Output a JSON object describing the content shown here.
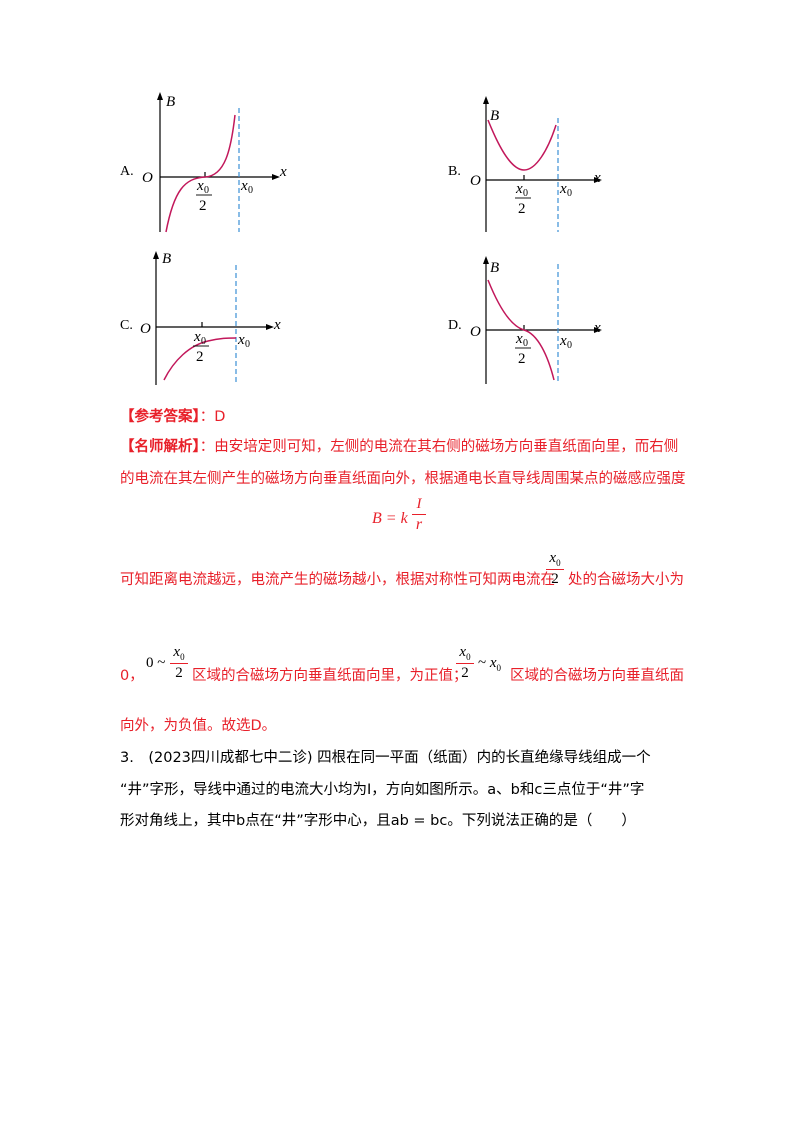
{
  "options": [
    {
      "label": "A."
    },
    {
      "label": "B."
    },
    {
      "label": "C."
    },
    {
      "label": "D."
    }
  ],
  "graph_text": {
    "B": "B",
    "O": "O",
    "x": "x",
    "x0_base": "x",
    "x0_sub": "0",
    "two": "2"
  },
  "colors": {
    "curve": "#c2185b",
    "dash": "#3b8fd6",
    "answer_text": "#e8202a"
  },
  "answer": {
    "ref_label": "【参考答案】",
    "ref_value": "：D",
    "analysis_label": "【名师解析】",
    "analysis_line1": "：由安培定则可知，左侧的电流在其右侧的磁场方向垂直纸面向里，而右侧",
    "analysis_line2": "的电流在其左侧产生的磁场方向垂直纸面向外，根据通电长直导线周围某点的磁感应强度",
    "formula": {
      "lhs": "B = k",
      "num": "I",
      "den": "r"
    },
    "line3a": "可知距离电流越远，电流产生的磁场越小，根据对称性可知两电流在",
    "line3b": "处的合磁场大小为",
    "line4_zero": "0，",
    "line4_range_start": "0 ~",
    "line4a": "区域的合磁场方向垂直纸面向里，为正值；",
    "line4_tilde": "~",
    "line4b": "区域的合磁场方向垂直纸面",
    "line5": "向外，为负值。故选D。"
  },
  "question": {
    "line1": "3.　(2023四川成都七中二诊) 四根在同一平面（纸面）内的长直绝缘导线组成一个",
    "line2": "“井”字形，导线中通过的电流大小均为I，方向如图所示。a、b和c三点位于“井”字",
    "line3": "形对角线上，其中b点在“井”字形中心，且ab = bc。下列说法正确的是（　　）"
  }
}
